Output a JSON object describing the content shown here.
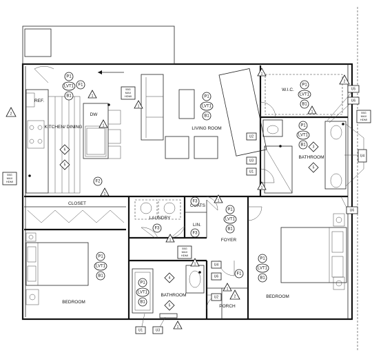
{
  "rooms": {
    "living_room": "LIVING ROOM",
    "kitchen_dining": "KITCHEN/ DINING",
    "wic": "W.I.C.",
    "bathroom_right": "BATHROOM",
    "closet": "CLOSET",
    "laundry": "LAUNDRY",
    "coats": "COATS",
    "lin": "LIN.",
    "foyer": "FOYER",
    "bedroom_left": "BEDROOM",
    "bathroom_center": "BATHROOM",
    "porch": "PORCH",
    "bedroom_right": "BEDROOM"
  },
  "fixtures": {
    "fridge": "REF.",
    "dishwasher": "DW"
  },
  "finish_tags": {
    "p1": "P1",
    "lvt1": "LVT1",
    "b1": "B1",
    "f1": "F1",
    "f2": "F2",
    "f3": "F3"
  },
  "outlet_note": {
    "line1": "55G",
    "line2": "MAX",
    "line3": "HDMI"
  },
  "tags": {
    "u1": "U1",
    "u2": "U2",
    "u3": "U3",
    "u4": "U4",
    "u5": "U5",
    "u6": "U6"
  },
  "numbers": {
    "n1": "1",
    "n2": "2",
    "n3": "3",
    "n4": "4",
    "n5": "5",
    "n6": "6"
  }
}
